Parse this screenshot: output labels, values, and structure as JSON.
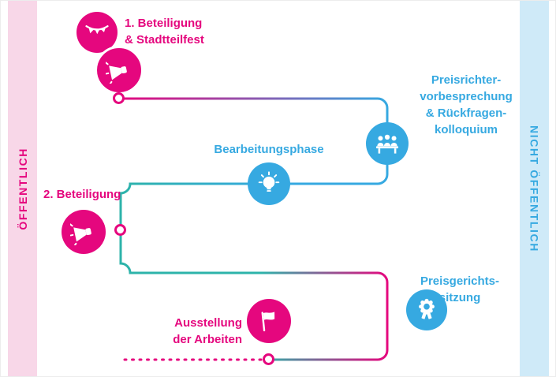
{
  "bands": {
    "left": {
      "label": "ÖFFENTLICH",
      "background": "#f8d7e8",
      "text_color": "#e5077e"
    },
    "right": {
      "label": "NICHT ÖFFENTLICH",
      "background": "#cfeaf8",
      "text_color": "#36a9e1"
    }
  },
  "colors": {
    "pink": "#e5077e",
    "blue": "#36a9e1",
    "teal": "#2db3aa"
  },
  "steps": {
    "participation1": {
      "lines": [
        "1. Beteiligung",
        "& Stadtteilfest"
      ],
      "icons": [
        "bunting-icon",
        "megaphone-icon"
      ]
    },
    "jury_prebriefing": {
      "lines": [
        "Preisrichter-",
        "vorbesprechung",
        "& Rückfragen-",
        "kolloquium"
      ],
      "icon": "jury-icon"
    },
    "working_phase": {
      "label": "Bearbeitungsphase",
      "icon": "lightbulb-icon"
    },
    "participation2": {
      "label": "2. Beteiligung",
      "icon": "megaphone-icon"
    },
    "jury_session": {
      "lines": [
        "Preisgerichts-",
        "sitzung"
      ],
      "icon": "award-icon"
    },
    "exhibition": {
      "lines": [
        "Ausstellung",
        "der Arbeiten"
      ],
      "icon": "flag-icon"
    }
  }
}
